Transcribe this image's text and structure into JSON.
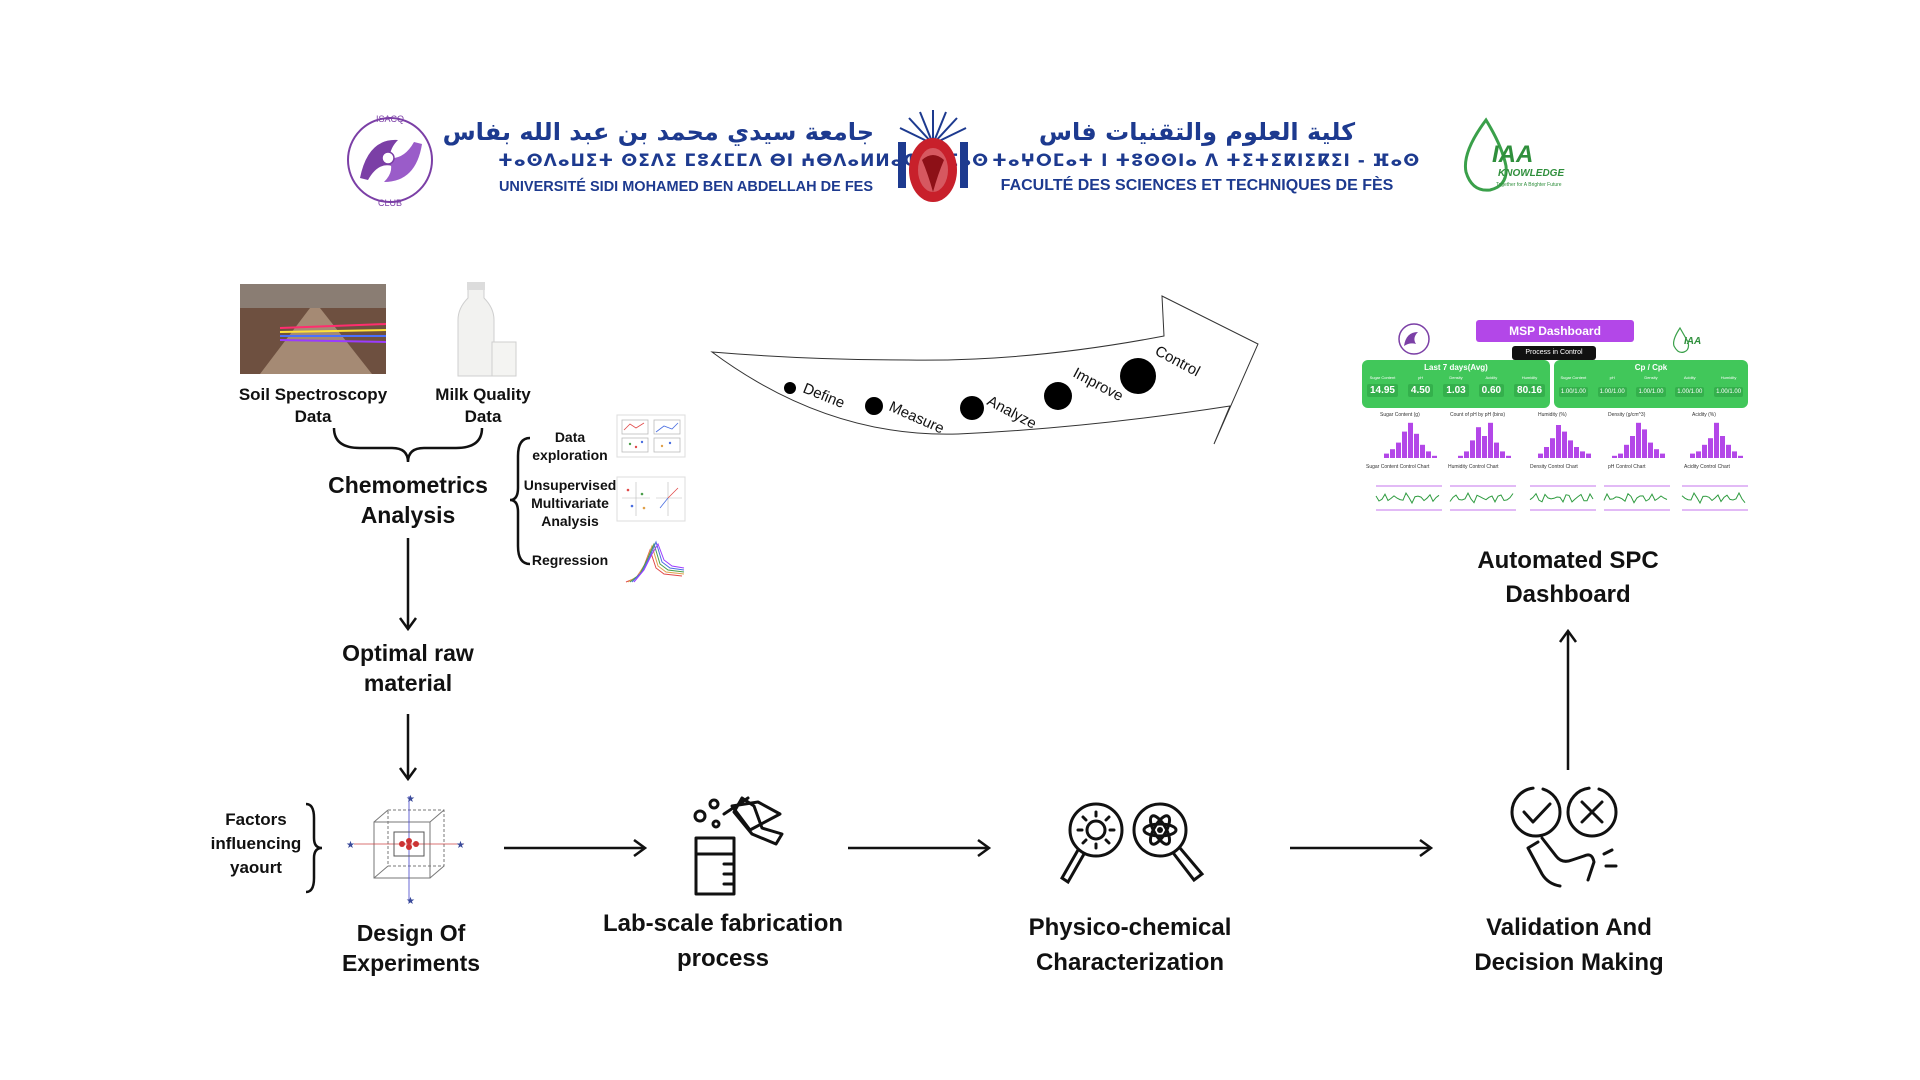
{
  "header": {
    "isaqo_logo": {
      "top": "ISACQ",
      "bottom": "CLUB"
    },
    "university": {
      "arabic": "جامعة سيدي محمد بن عبد الله بفاس",
      "tifinagh": "ⵜⴰⵙⴷⴰⵡⵉⵜ ⵙⵉⴷⵉ ⵎⵓⵃⵎⵎⴷ ⴱⵏ ⵄⴱⴷⴰⵍⵍⴰⵀ ⵏ ⴼⴰⵙ",
      "french": "UNIVERSITÉ SIDI MOHAMED BEN ABDELLAH DE FES"
    },
    "faculty": {
      "arabic": "كلية العلوم والتقنيات فاس",
      "tifinagh": "ⵜⴰⵖⵔⵎⴰⵜ ⵏ ⵜⵓⵙⵙⵏⴰ ⴷ ⵜⵉⵜⵉⴽⵏⵉⴽⵉⵏ - ⴼⴰⵙ",
      "french": "FACULTÉ DES SCIENCES ET TECHNIQUES DE FÈS"
    },
    "iaa_logo": {
      "name": "IAA",
      "sub": "KNOWLEDGE",
      "tagline": "Together for A Brighter Future"
    }
  },
  "inputs": {
    "soil": "Soil Spectroscopy Data",
    "milk": "Milk Quality Data"
  },
  "chemometrics": {
    "title": "Chemometrics Analysis",
    "methods": [
      "Data exploration",
      "Unsupervised Multivariate Analysis",
      "Regression"
    ]
  },
  "optimal": "Optimal raw material",
  "factors": "Factors influencing yaourt",
  "dmaic": [
    "Define",
    "Measure",
    "Analyze",
    "Improve",
    "Control"
  ],
  "steps": {
    "doe": "Design Of Experiments",
    "lab": "Lab-scale fabrication process",
    "physico": "Physico-chemical Characterization",
    "validation": "Validation And Decision Making",
    "spc": "Automated SPC Dashboard"
  },
  "dashboard": {
    "title": "MSP Dashboard",
    "status": "Process in Control",
    "kpi_title": "Last 7 days(Avg)",
    "kpis": [
      {
        "label": "Sugar Content",
        "value": "14.95"
      },
      {
        "label": "pH",
        "value": "4.50"
      },
      {
        "label": "Density",
        "value": "1.03"
      },
      {
        "label": "Acidity",
        "value": "0.60"
      },
      {
        "label": "Humidity",
        "value": "80.16"
      }
    ],
    "cp_title": "Cp / Cpk",
    "cp_labels": [
      "Sugar Content",
      "pH",
      "Density",
      "Acidity",
      "Humidity"
    ],
    "cp_values": [
      "1.00/1.00",
      "1.00/1.00",
      "1.00/1.00",
      "1.00/1.00",
      "1.00/1.00"
    ],
    "hist_titles": [
      "Sugar Content (g)",
      "Count of pH by pH (bins)",
      "Humidity (%)",
      "Density (g/cm^3)",
      "Acidity (%)"
    ],
    "control_titles": [
      "Sugar Content Control Chart",
      "Humidity Control Chart",
      "Density Control Chart",
      "pH Control Chart",
      "Acidity Control Chart"
    ],
    "colors": {
      "title": "#b347e8",
      "kpi": "#41c75a",
      "bars": "#b347e8",
      "line": "#2e9b3f"
    }
  }
}
